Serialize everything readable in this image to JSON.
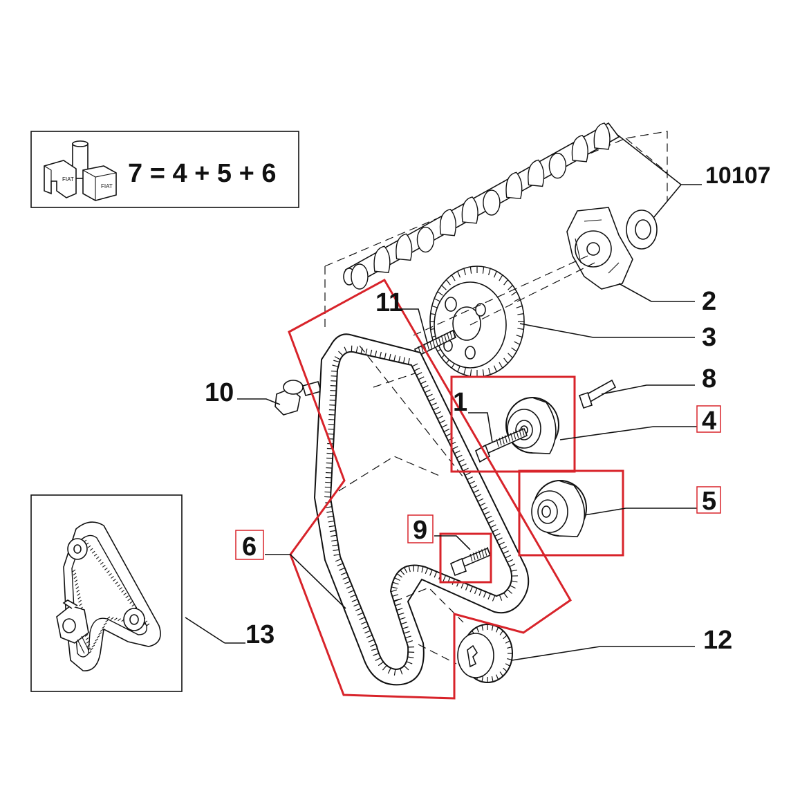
{
  "kit_box": {
    "formula": "7 = 4 + 5 + 6",
    "icon": "fiat-kit-boxes-icon"
  },
  "labels": {
    "camshaft": "10107",
    "flange": "2",
    "cam_pulley": "3",
    "stud": "8",
    "tensioner_roller": "4",
    "idler_roller": "5",
    "bolt_roller": "1",
    "nut": "10",
    "stud_11": "11",
    "bolt_9": "9",
    "belt": "6",
    "crank_pulley": "12",
    "belt_routing_inset": "13"
  },
  "highlighted_parts": [
    "4",
    "5",
    "6"
  ],
  "colors": {
    "ink": "#111111",
    "highlight_red": "#d8232a",
    "background": "#ffffff"
  }
}
